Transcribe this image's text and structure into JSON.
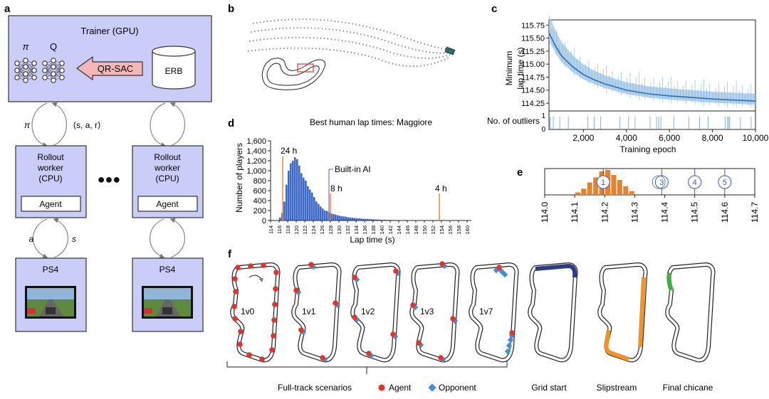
{
  "panels": {
    "a": "a",
    "b": "b",
    "c": "c",
    "d": "d",
    "e": "e",
    "f": "f"
  },
  "panel_a": {
    "trainer_title": "Trainer (GPU)",
    "pi_label": "π",
    "q_label": "Q",
    "algo_label": "QR-SAC",
    "erb_label": "ERB",
    "pi_arrow_label": "π",
    "sar_label": "⟨s, a, r⟩",
    "worker_label_line1": "Rollout",
    "worker_label_line2": "worker",
    "worker_label_line3": "(CPU)",
    "agent_label": "Agent",
    "a_label": "a",
    "s_label": "s",
    "ps4_label": "PS4",
    "ellipsis": "●●●"
  },
  "panel_c": {
    "ylabel_line1": "Minimum",
    "ylabel_line2": "lap time (s)",
    "outliers_label": "No. of outliers",
    "xlabel": "Training epoch",
    "yticks": [
      "115.75",
      "115.50",
      "115.25",
      "115.00",
      "114.75",
      "114.50",
      "114.25"
    ],
    "outlier_ticks": [
      "1",
      "0"
    ],
    "xticks": [
      "2,000",
      "4,000",
      "6,000",
      "8,000",
      "10,000"
    ]
  },
  "panel_d": {
    "title": "Best human lap times: Maggiore",
    "ylabel": "Number of players",
    "xlabel": "Lap time (s)",
    "yticks": [
      "1,600",
      "1,400",
      "1,200",
      "1,000",
      "800",
      "600",
      "400",
      "200",
      "0"
    ],
    "xticks": [
      "114",
      "116",
      "118",
      "120",
      "122",
      "124",
      "126",
      "128",
      "130",
      "132",
      "134",
      "136",
      "138",
      "140",
      "142",
      "144",
      "146",
      "148",
      "150",
      "152",
      "154",
      "156",
      "158",
      "160"
    ],
    "annotations": {
      "h24": "24 h",
      "builtin": "Built-in AI",
      "h8": "8 h",
      "h4": "4 h"
    }
  },
  "panel_e": {
    "xticks": [
      "114.0",
      "114.1",
      "114.2",
      "114.3",
      "114.4",
      "114.5",
      "114.6",
      "114.7"
    ],
    "circles": [
      "1",
      "3",
      "4",
      "5"
    ]
  },
  "panel_f": {
    "tracks": [
      "1v0",
      "1v1",
      "1v2",
      "1v3",
      "1v7"
    ],
    "full_track_label": "Full-track scenarios",
    "agent_legend": "Agent",
    "opponent_legend": "Opponent",
    "grid_start": "Grid start",
    "slipstream": "Slipstream",
    "final_chicane": "Final chicane"
  },
  "colors": {
    "box_fill": "#c9cdf7",
    "arrow_fill": "#f4b6b6",
    "hist_blue": "#3a66c8",
    "orange": "#e8822a",
    "line_blue": "#2f6fb0",
    "band_blue": "#9cc4e6",
    "agent_red": "#e0342c",
    "opponent_blue": "#3d8de0",
    "grid_navy": "#2b3c8a",
    "slip_orange": "#f0932a",
    "chicane_green": "#3cb23c",
    "builtin_purple": "#8a6ad6"
  },
  "chart_data": [
    {
      "type": "line",
      "panel": "c",
      "xlabel": "Training epoch",
      "ylabel": "Minimum lap time (s)",
      "xlim": [
        400,
        10000
      ],
      "ylim": [
        114.1,
        115.85
      ],
      "x": [
        400,
        700,
        1000,
        1500,
        2000,
        2500,
        3000,
        3500,
        4000,
        5000,
        6000,
        7000,
        8000,
        9000,
        10000
      ],
      "y": [
        115.6,
        115.35,
        115.15,
        114.95,
        114.8,
        114.7,
        114.62,
        114.56,
        114.5,
        114.43,
        114.39,
        114.36,
        114.33,
        114.31,
        114.29
      ]
    },
    {
      "type": "bar",
      "panel": "d",
      "title": "Best human lap times: Maggiore",
      "xlabel": "Lap time (s)",
      "ylabel": "Number of players",
      "xlim": [
        114,
        161
      ],
      "ylim": [
        0,
        1600
      ],
      "x_start": 116,
      "bin_width": 0.5,
      "values": [
        60,
        150,
        380,
        720,
        1000,
        1150,
        1200,
        1270,
        1230,
        1100,
        950,
        860,
        800,
        690,
        620,
        560,
        470,
        380,
        330,
        280,
        240,
        200,
        190,
        160,
        140,
        130,
        120,
        105,
        95,
        85,
        80,
        75,
        65,
        60,
        55,
        50,
        45,
        42,
        38,
        35,
        32,
        30,
        27,
        25,
        22,
        20,
        18,
        16,
        15,
        14,
        12,
        11,
        10,
        9,
        8,
        8,
        7,
        7,
        6,
        6,
        5,
        5,
        5,
        4,
        4,
        4,
        3,
        3,
        3,
        3,
        2,
        2,
        2,
        2,
        2,
        2,
        2,
        1,
        1,
        1
      ]
    },
    {
      "type": "bar",
      "panel": "e",
      "xlim": [
        114.0,
        114.7
      ],
      "x": [
        114.11,
        114.13,
        114.15,
        114.17,
        114.19,
        114.21,
        114.23,
        114.25,
        114.27,
        114.29
      ],
      "values": [
        0.1,
        0.25,
        0.5,
        0.7,
        0.95,
        1.0,
        0.8,
        0.6,
        0.35,
        0.15
      ]
    }
  ]
}
